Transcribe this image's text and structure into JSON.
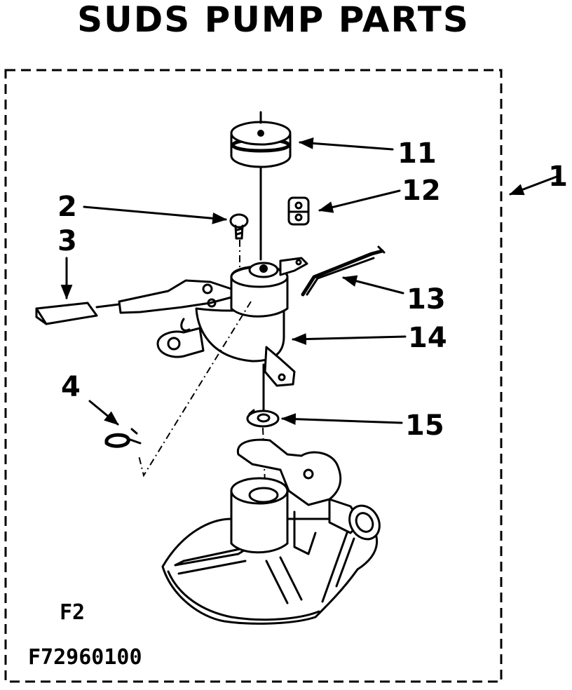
{
  "title": "SUDS PUMP PARTS",
  "figure_label": "F2",
  "figure_code": "F72960100",
  "callouts": {
    "assembly": "1",
    "screw": "2",
    "pad": "3",
    "clip": "4",
    "pulley": "11",
    "bracket_clip": "12",
    "rod": "13",
    "pump_cover": "14",
    "washer": "15"
  }
}
